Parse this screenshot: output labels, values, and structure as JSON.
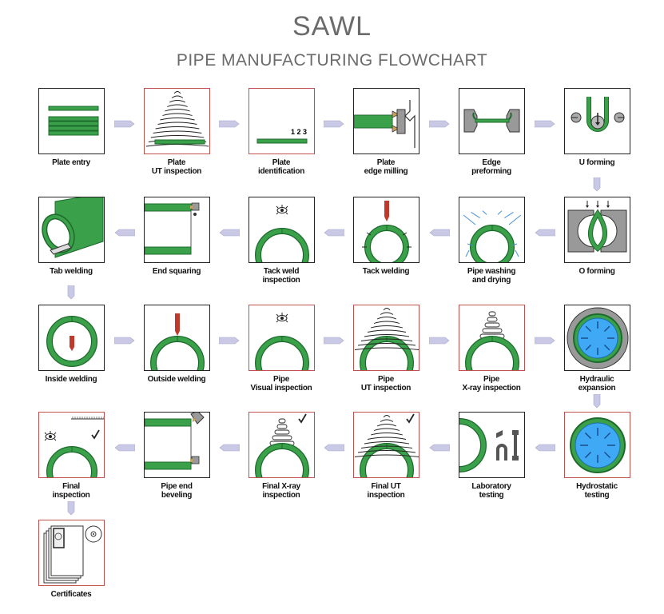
{
  "title": "SAWL",
  "subtitle": "PIPE MANUFACTURING FLOWCHART",
  "colors": {
    "green": "#3aa04a",
    "green_dark": "#1d6b2c",
    "arrow": "#c9c9e6",
    "red_border": "#c0504d",
    "black_border": "#222222",
    "tool": "#c9a15a",
    "title": "#6b6b6b"
  },
  "steps": [
    {
      "id": "plate-entry",
      "lines": [
        "Plate entry"
      ],
      "icon": "plates",
      "red": false
    },
    {
      "id": "plate-ut-inspection",
      "lines": [
        "Plate",
        "UT inspection"
      ],
      "icon": "ut-plate",
      "red": true
    },
    {
      "id": "plate-identification",
      "lines": [
        "Plate",
        "identification"
      ],
      "icon": "ident",
      "red": true,
      "marking": "1 2 3"
    },
    {
      "id": "plate-edge-milling",
      "lines": [
        "Plate",
        "edge milling"
      ],
      "icon": "milling",
      "red": false
    },
    {
      "id": "edge-preforming",
      "lines": [
        "Edge",
        "preforming"
      ],
      "icon": "preform",
      "red": false
    },
    {
      "id": "u-forming",
      "lines": [
        "U forming"
      ],
      "icon": "uform",
      "red": false
    },
    {
      "id": "o-forming",
      "lines": [
        "O forming"
      ],
      "icon": "oform",
      "red": false
    },
    {
      "id": "pipe-washing",
      "lines": [
        "Pipe washing",
        "and drying"
      ],
      "icon": "washing",
      "red": false
    },
    {
      "id": "tack-welding",
      "lines": [
        "Tack welding"
      ],
      "icon": "tackweld",
      "red": false
    },
    {
      "id": "tack-weld-inspection",
      "lines": [
        "Tack weld",
        "inspection"
      ],
      "icon": "visual",
      "red": false
    },
    {
      "id": "end-squaring",
      "lines": [
        "End squaring"
      ],
      "icon": "endsquare",
      "red": false
    },
    {
      "id": "tab-welding",
      "lines": [
        "Tab welding"
      ],
      "icon": "tab",
      "red": false
    },
    {
      "id": "inside-welding",
      "lines": [
        "Inside welding"
      ],
      "icon": "inside",
      "red": false
    },
    {
      "id": "outside-welding",
      "lines": [
        "Outside welding"
      ],
      "icon": "outside",
      "red": false
    },
    {
      "id": "pipe-visual-inspection",
      "lines": [
        "Pipe",
        "Visual inspection"
      ],
      "icon": "visual",
      "red": true
    },
    {
      "id": "pipe-ut-inspection",
      "lines": [
        "Pipe",
        "UT inspection"
      ],
      "icon": "ut-pipe",
      "red": true
    },
    {
      "id": "pipe-xray-inspection",
      "lines": [
        "Pipe",
        "X-ray inspection"
      ],
      "icon": "xray",
      "red": true
    },
    {
      "id": "hydraulic-expansion",
      "lines": [
        "Hydraulic",
        "expansion"
      ],
      "icon": "expansion",
      "red": false
    },
    {
      "id": "hydrostatic-testing",
      "lines": [
        "Hydrostatic",
        "testing"
      ],
      "icon": "hydro",
      "red": true
    },
    {
      "id": "laboratory-testing",
      "lines": [
        "Laboratory",
        "testing"
      ],
      "icon": "lab",
      "red": false
    },
    {
      "id": "final-ut-inspection",
      "lines": [
        "Final UT",
        "inspection"
      ],
      "icon": "ut-pipe-check",
      "red": true
    },
    {
      "id": "final-xray-inspection",
      "lines": [
        "Final X-ray",
        "inspection"
      ],
      "icon": "xray-check",
      "red": true
    },
    {
      "id": "pipe-end-beveling",
      "lines": [
        "Pipe end",
        "beveling"
      ],
      "icon": "bevel",
      "red": false
    },
    {
      "id": "final-inspection",
      "lines": [
        "Final",
        "inspection"
      ],
      "icon": "final",
      "red": true
    },
    {
      "id": "certificates",
      "lines": [
        "Certificates"
      ],
      "icon": "certs",
      "red": true
    }
  ]
}
